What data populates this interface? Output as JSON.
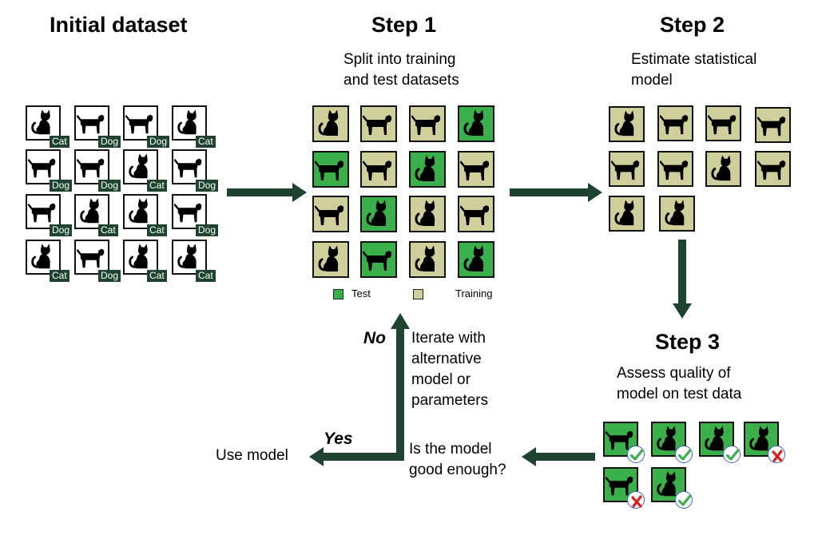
{
  "headings": {
    "initial": "Initial dataset",
    "step1": "Step 1",
    "step2": "Step 2",
    "step3": "Step 3"
  },
  "descriptions": {
    "step1": [
      "Split into training",
      "and test datasets"
    ],
    "step2": [
      "Estimate statistical",
      "model"
    ],
    "step3": [
      "Assess quality of",
      "model on test data"
    ],
    "iterate": [
      "Iterate with",
      "alternative",
      "model or",
      "parameters"
    ],
    "question": [
      "Is the model",
      "good enough?"
    ]
  },
  "outcomes": {
    "no": "No",
    "yes": "Yes",
    "use_model": "Use model"
  },
  "legend": {
    "test": "Test",
    "training": "Training"
  },
  "colors": {
    "test": "#3aaf4a",
    "training": "#cfcf9c",
    "arrow": "#1e4430",
    "label_bg": "#1e4430",
    "check": "#3aaf4a",
    "cross": "#d32020",
    "badge_ring": "#3d62c0"
  },
  "initial_dataset": [
    [
      "Cat",
      "Dog",
      "Dog",
      "Cat"
    ],
    [
      "Dog",
      "Dog",
      "Cat",
      "Dog"
    ],
    [
      "Dog",
      "Cat",
      "Cat",
      "Dog"
    ],
    [
      "Cat",
      "Dog",
      "Cat",
      "Cat"
    ]
  ],
  "step1_split": [
    [
      {
        "animal": "cat",
        "set": "training"
      },
      {
        "animal": "dog",
        "set": "training"
      },
      {
        "animal": "dog",
        "set": "training"
      },
      {
        "animal": "cat",
        "set": "test"
      }
    ],
    [
      {
        "animal": "dog",
        "set": "test"
      },
      {
        "animal": "dog",
        "set": "training"
      },
      {
        "animal": "cat",
        "set": "test"
      },
      {
        "animal": "dog",
        "set": "training"
      }
    ],
    [
      {
        "animal": "dog",
        "set": "training"
      },
      {
        "animal": "cat",
        "set": "test"
      },
      {
        "animal": "cat",
        "set": "training"
      },
      {
        "animal": "dog",
        "set": "training"
      }
    ],
    [
      {
        "animal": "cat",
        "set": "training"
      },
      {
        "animal": "dog",
        "set": "test"
      },
      {
        "animal": "cat",
        "set": "training"
      },
      {
        "animal": "cat",
        "set": "test"
      }
    ]
  ],
  "step2_training": [
    "cat",
    "dog",
    "dog",
    "dog",
    "dog",
    "dog",
    "cat",
    "dog",
    "cat",
    "cat"
  ],
  "step3_results": [
    {
      "animal": "dog",
      "correct": true
    },
    {
      "animal": "cat",
      "correct": true
    },
    {
      "animal": "cat",
      "correct": true
    },
    {
      "animal": "cat",
      "correct": false
    },
    {
      "animal": "dog",
      "correct": false
    },
    {
      "animal": "cat",
      "correct": true
    }
  ]
}
